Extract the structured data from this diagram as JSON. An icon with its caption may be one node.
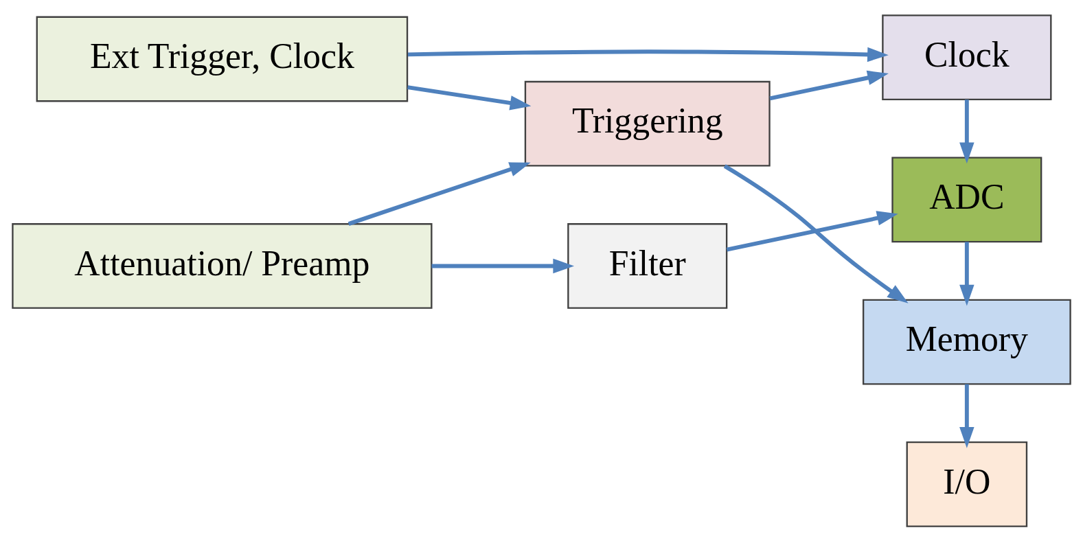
{
  "diagram": {
    "nodes": [
      {
        "text": [
          "Ext Trigger, Clock"
        ]
      },
      {
        "text": [
          "Attenuation/ Preamp"
        ]
      },
      {
        "text": [
          "Filter"
        ]
      },
      {
        "text": [
          "Clock"
        ]
      },
      {
        "text": [
          "ADC"
        ]
      },
      {
        "text": [
          "Triggering"
        ]
      },
      {
        "text": [
          "Memory"
        ]
      },
      {
        "text": [
          "I/O"
        ]
      }
    ],
    "edges": [
      {
        "from": 0,
        "to": 3,
        "arrow": "to"
      },
      {
        "from": 0,
        "to": 5,
        "arrow": "to"
      },
      {
        "from": 1,
        "to": 2,
        "arrow": "to"
      },
      {
        "from": 1,
        "to": 5,
        "arrow": "to"
      },
      {
        "from": 2,
        "to": 4,
        "arrow": "to"
      },
      {
        "from": 3,
        "to": 4,
        "arrow": "to"
      },
      {
        "from": 5,
        "to": 3,
        "arrow": "to"
      },
      {
        "from": 4,
        "to": 6,
        "arrow": "to"
      },
      {
        "from": 5,
        "to": 6,
        "arrow": "to"
      },
      {
        "from": 6,
        "to": 7,
        "arrow": "to"
      }
    ]
  }
}
